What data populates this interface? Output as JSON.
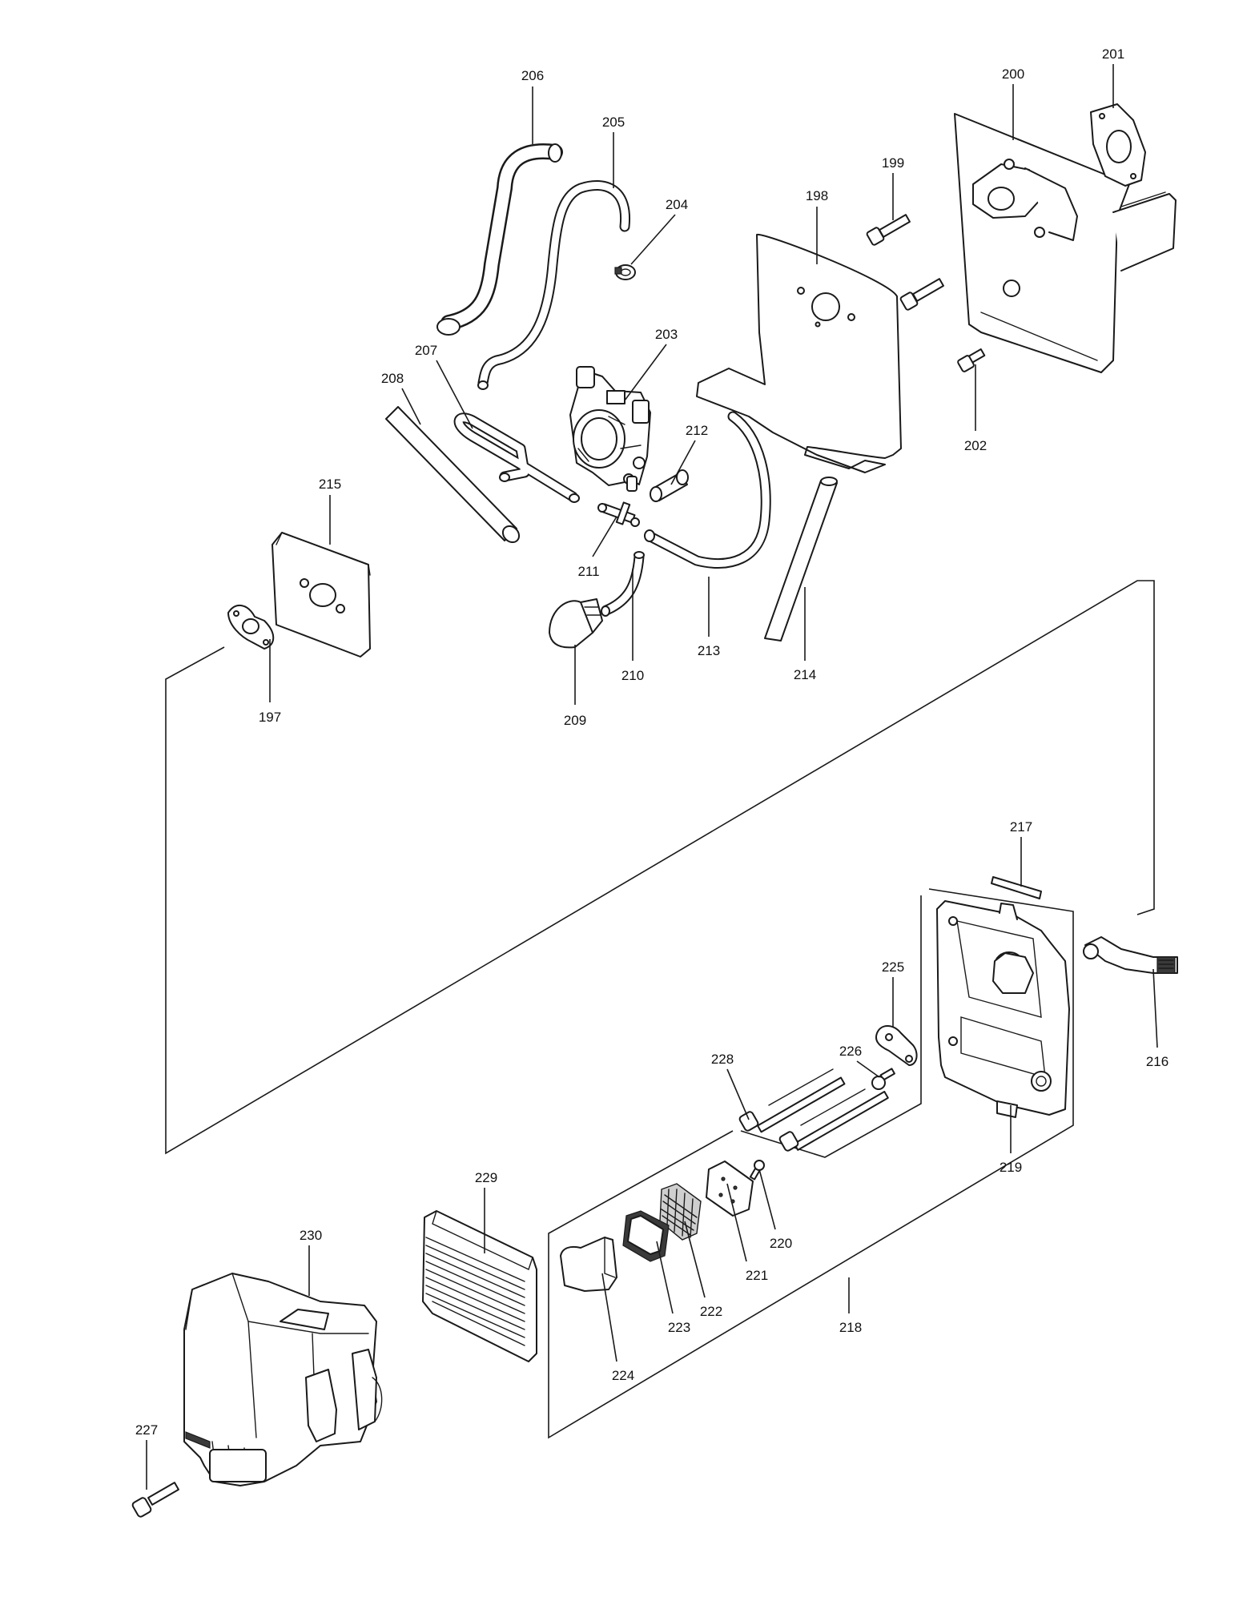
{
  "labels": {
    "l197": "197",
    "l198": "198",
    "l199": "199",
    "l200": "200",
    "l201": "201",
    "l202": "202",
    "l203": "203",
    "l204": "204",
    "l205": "205",
    "l206": "206",
    "l207": "207",
    "l208": "208",
    "l209": "209",
    "l210": "210",
    "l211": "211",
    "l212": "212",
    "l213": "213",
    "l214": "214",
    "l215": "215",
    "l216": "216",
    "l217": "217",
    "l218": "218",
    "l219": "219",
    "l220": "220",
    "l221": "221",
    "l222": "222",
    "l223": "223",
    "l224": "224",
    "l225": "225",
    "l226": "226",
    "l227": "227",
    "l228": "228",
    "l229": "229",
    "l230": "230"
  }
}
